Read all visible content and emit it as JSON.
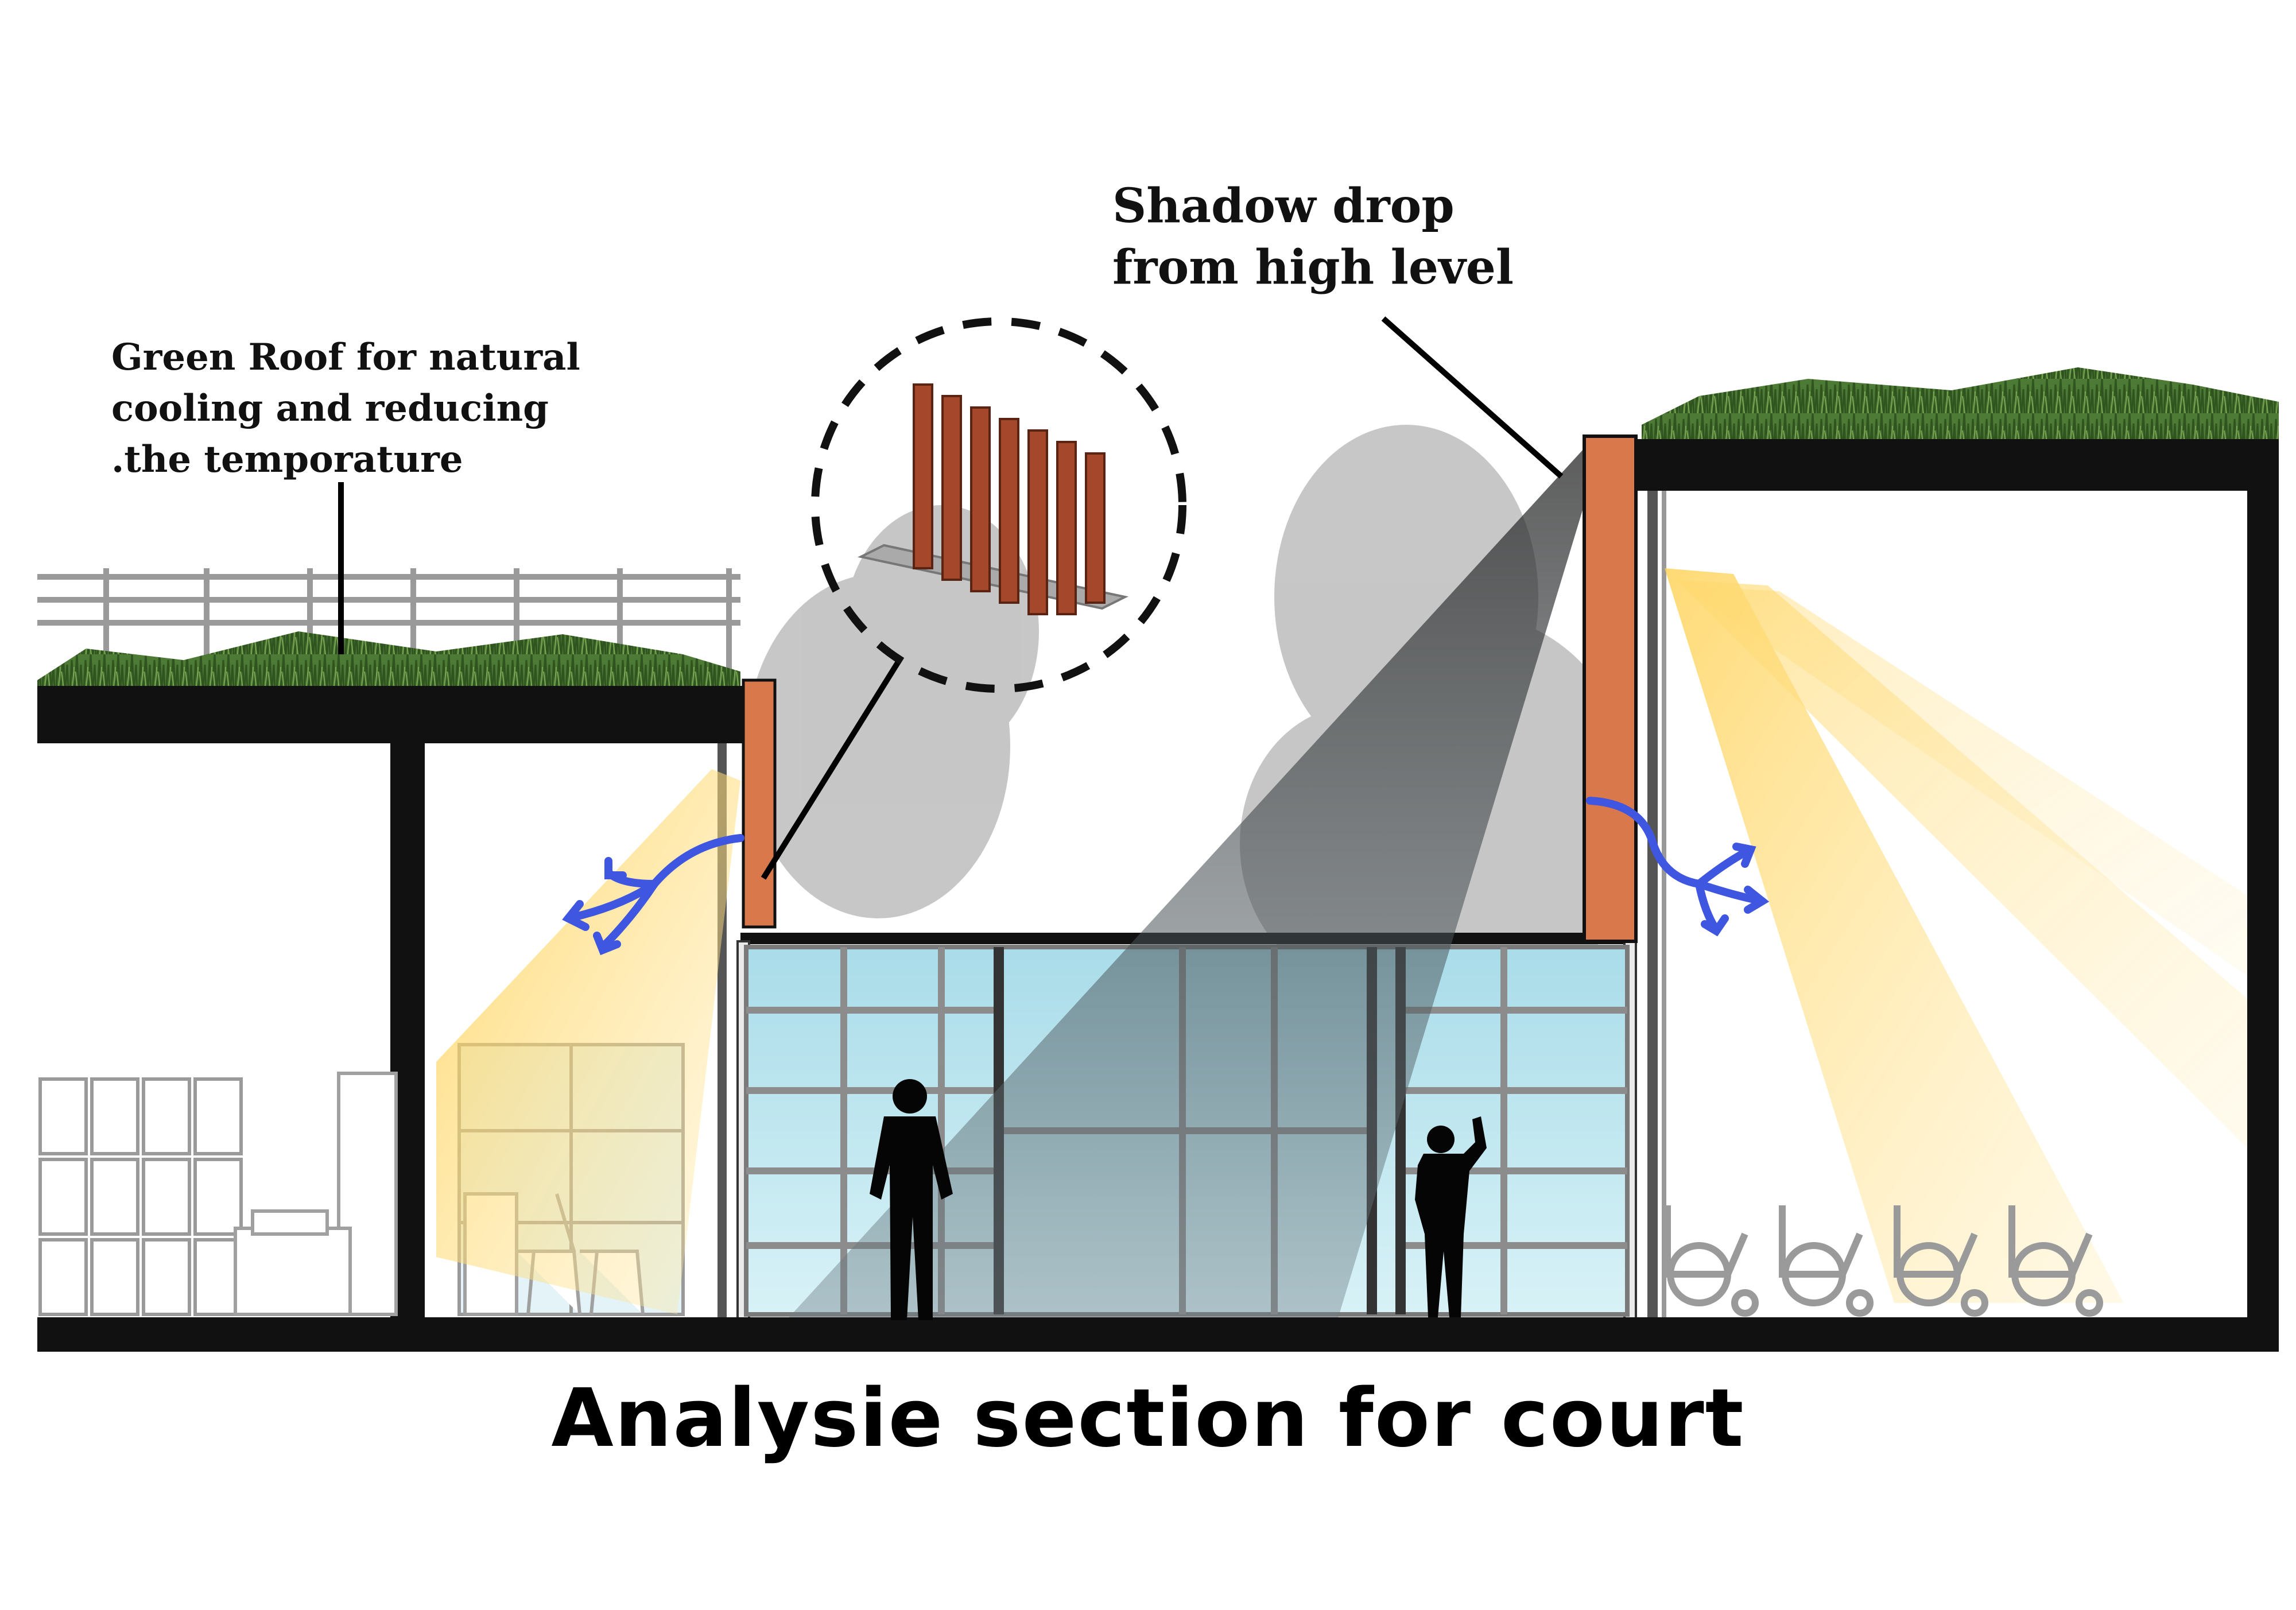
{
  "annotations": {
    "green_roof": {
      "lines": [
        "Green Roof for natural",
        "cooling and reducing",
        ".the temporature"
      ]
    },
    "shadow_drop": {
      "lines": [
        "Shadow drop",
        "from high level"
      ]
    }
  },
  "caption": "Analysie section for court",
  "colors": {
    "structure": "#111111",
    "grass": "#3d6b2a",
    "louver_fin": "#d9784a",
    "glass": "#bfe6f0",
    "sunlight": "#ffd15a",
    "airflow": "#3f56e0",
    "shadow": "#2a2a2a",
    "tree": "#bdbdbd"
  },
  "icons": [
    "green-roof-grass",
    "railing",
    "tree-silhouette",
    "louver-detail-icon",
    "man-silhouette",
    "waving-person-silhouette",
    "wheelchair-icon",
    "locker-icon",
    "sunlight-beam",
    "airflow-arrow-icon",
    "shadow-cone"
  ]
}
